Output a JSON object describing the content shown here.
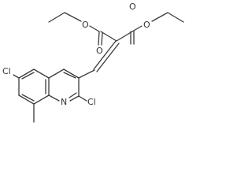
{
  "structure": {
    "atom_labels": {
      "ester_o_carbonyl_left": "O",
      "ester_o_ether_left": "O",
      "ester_o_carbonyl_right": "O",
      "ester_o_ether_right": "O",
      "chlorine_ring": "Cl",
      "chlorine_c2": "Cl",
      "ring_nitrogen": "N"
    }
  }
}
